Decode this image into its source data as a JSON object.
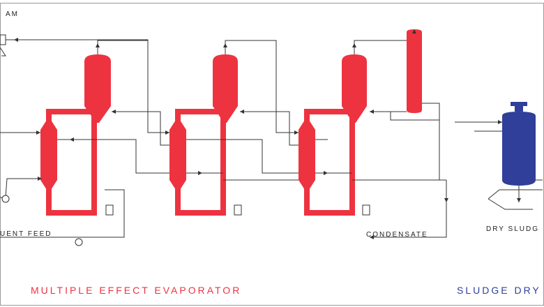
{
  "labels": {
    "steam": "AM",
    "effluent_feed": "UENT FEED",
    "condensate": "CONDENSATE",
    "dry_sludge": "DRY SLUDG"
  },
  "sections": {
    "mee": "MULTIPLE EFFECT EVAPORATOR",
    "sludge": "SLUDGE DRY"
  },
  "colors": {
    "evaporator": "#ee3340",
    "dryer": "#2f3f9a",
    "line": "#333333",
    "border": "#999999"
  }
}
